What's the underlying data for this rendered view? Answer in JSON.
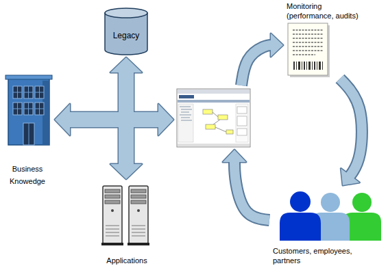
{
  "diagram": {
    "nodes": [
      {
        "text": [
          "Legacy"
        ]
      },
      {
        "text": [
          "Monitoring (performance, audits)"
        ]
      },
      {
        "text": [
          "Business Knowedge"
        ]
      },
      {
        "text": []
      },
      {
        "text": [
          "Applications"
        ]
      },
      {
        "text": [
          "Customers, employees, partners"
        ]
      }
    ],
    "edges": [
      {
        "from": 2,
        "to": 3,
        "arrow": "both"
      },
      {
        "from": 0,
        "to": 4,
        "arrow": "both"
      },
      {
        "from": 3,
        "to": 1,
        "arrow": "to"
      },
      {
        "from": 1,
        "to": 5,
        "arrow": "to"
      },
      {
        "from": 5,
        "to": 3,
        "arrow": "to"
      }
    ]
  }
}
